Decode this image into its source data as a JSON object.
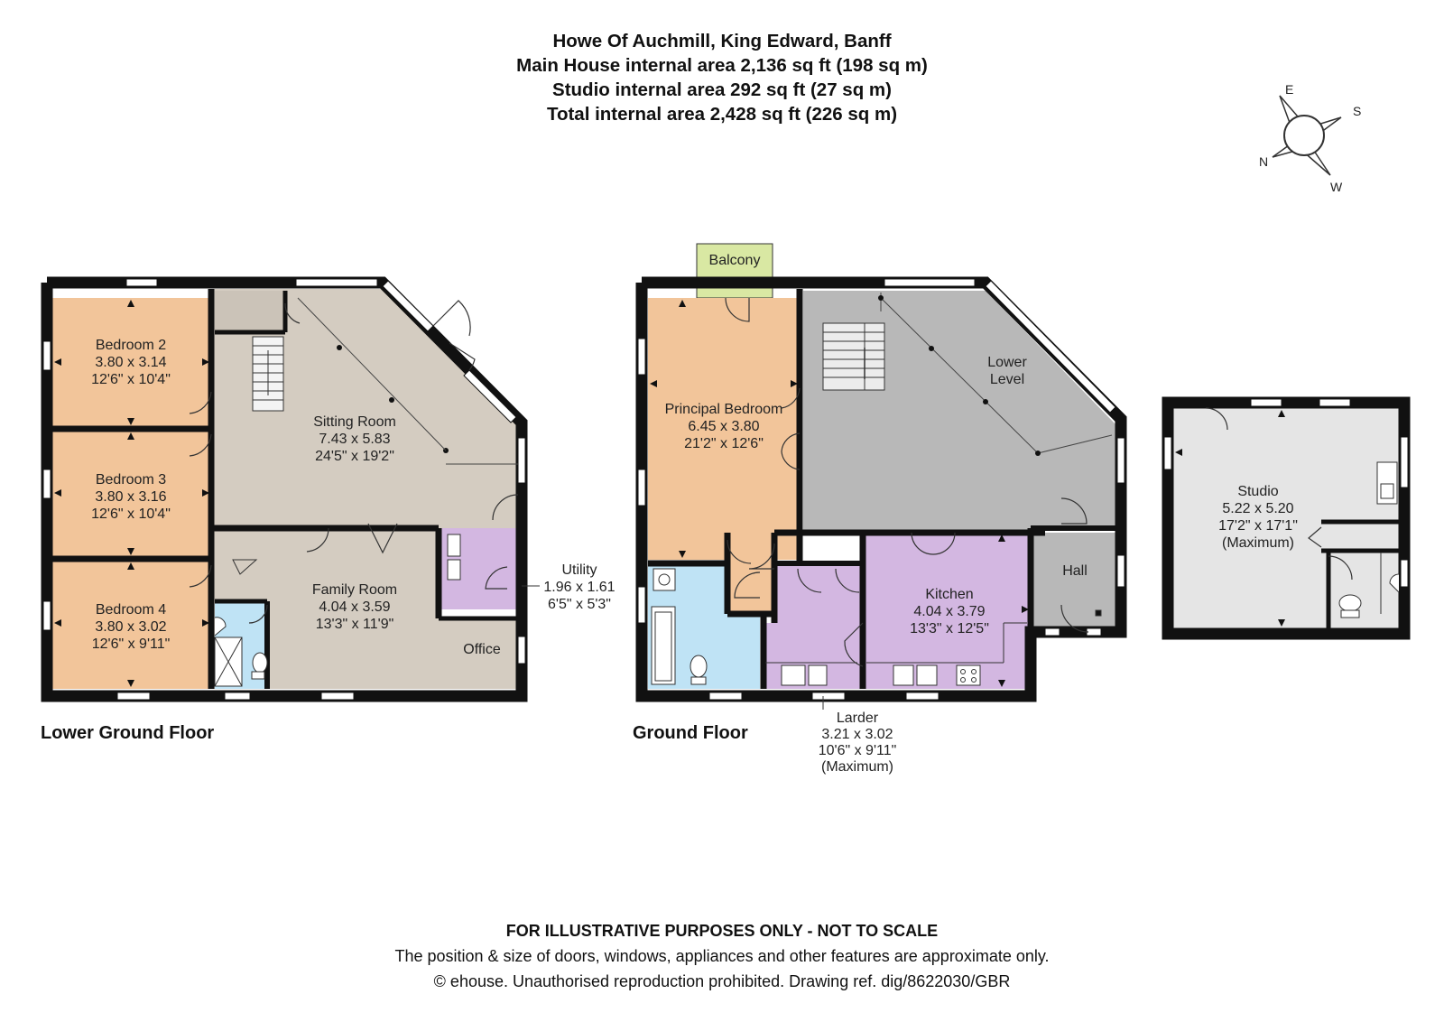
{
  "header": {
    "title": "Howe Of Auchmill, King Edward, Banff",
    "main_area": "Main House internal area 2,136 sq ft (198 sq m)",
    "studio_area": "Studio internal area 292 sq ft (27 sq m)",
    "total_area": "Total internal area 2,428 sq ft (226 sq m)"
  },
  "compass": {
    "e": "E",
    "s": "S",
    "n": "N",
    "w": "W"
  },
  "colors": {
    "wall": "#111111",
    "bedroom": "#f2c59a",
    "living": "#d4ccc1",
    "wet": "#bfe3f5",
    "utility": "#d3b7e1",
    "balcony": "#d9e8a3",
    "lower": "#b8b8b8",
    "studio": "#e5e5e5"
  },
  "floors": {
    "lower": {
      "title": "Lower Ground Floor"
    },
    "ground": {
      "title": "Ground Floor"
    }
  },
  "rooms": {
    "bed2": {
      "name": "Bedroom 2",
      "metric": "3.80 x 3.14",
      "imperial": "12'6\" x 10'4\""
    },
    "bed3": {
      "name": "Bedroom 3",
      "metric": "3.80 x 3.16",
      "imperial": "12'6\" x 10'4\""
    },
    "bed4": {
      "name": "Bedroom 4",
      "metric": "3.80 x 3.02",
      "imperial": "12'6\" x 9'11\""
    },
    "sitting": {
      "name": "Sitting Room",
      "metric": "7.43 x 5.83",
      "imperial": "24'5\" x 19'2\""
    },
    "family": {
      "name": "Family Room",
      "metric": "4.04 x 3.59",
      "imperial": "13'3\" x 11'9\""
    },
    "utility": {
      "name": "Utility",
      "metric": "1.96 x 1.61",
      "imperial": "6'5\" x 5'3\""
    },
    "office": {
      "name": "Office"
    },
    "balcony": {
      "name": "Balcony"
    },
    "principal": {
      "name": "Principal Bedroom",
      "metric": "6.45 x 3.80",
      "imperial": "21'2\" x 12'6\""
    },
    "lower_level": {
      "line1": "Lower",
      "line2": "Level"
    },
    "kitchen": {
      "name": "Kitchen",
      "metric": "4.04 x 3.79",
      "imperial": "13'3\" x 12'5\""
    },
    "hall": {
      "name": "Hall"
    },
    "larder": {
      "name": "Larder",
      "metric": "3.21 x 3.02",
      "imperial": "10'6\" x 9'11\"",
      "note": "(Maximum)"
    },
    "studio": {
      "name": "Studio",
      "metric": "5.22 x 5.20",
      "imperial": "17'2\" x 17'1\"",
      "note": "(Maximum)"
    }
  },
  "footer": {
    "disclaimer": "FOR ILLUSTRATIVE PURPOSES ONLY - NOT TO SCALE",
    "note": "The position & size of doors, windows, appliances and other features are approximate only.",
    "copyright": "© ehouse. Unauthorised reproduction prohibited. Drawing ref. dig/8622030/GBR"
  }
}
